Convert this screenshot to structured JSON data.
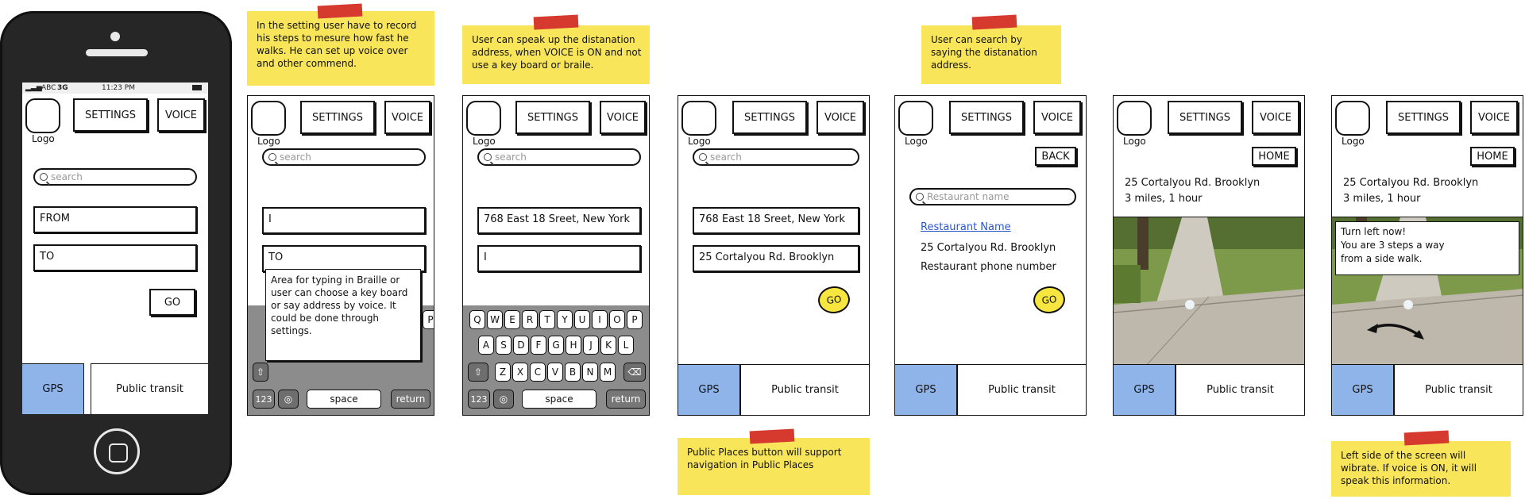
{
  "phone": {
    "carrier": "ABC",
    "network": "3G",
    "time": "11:23 PM"
  },
  "common": {
    "logo": "Logo",
    "settings": "SETTINGS",
    "voice": "VOICE",
    "search_placeholder": "search",
    "gps": "GPS",
    "public_transit": "Public transit",
    "go": "GO",
    "back": "BACK",
    "home": "HOME"
  },
  "screen1": {
    "from": "FROM",
    "to": "TO"
  },
  "screen2": {
    "from": "I",
    "to": "TO",
    "tooltip": "Area for typing in Braille or user can choose a key board or say address by voice. It could be done through settings."
  },
  "screen3": {
    "from": "768 East 18 Sreet, New York",
    "to": "I"
  },
  "screen4": {
    "from": "768 East 18 Sreet, New York",
    "to": "25 Cortalyou Rd. Brooklyn"
  },
  "screen5": {
    "search_placeholder": "Restaurant name",
    "result_name": "Restaurant Name",
    "result_address": "25 Cortalyou Rd. Brooklyn",
    "result_phone": "Restaurant phone number"
  },
  "screen6": {
    "address": "25 Cortalyou Rd. Brooklyn",
    "distance": "3 miles, 1 hour"
  },
  "screen7": {
    "address": "25 Cortalyou Rd. Brooklyn",
    "distance": "3 miles, 1 hour",
    "instruction_1": "Turn left now!",
    "instruction_2": "You are 3 steps a way",
    "instruction_3": "from a side walk."
  },
  "keyboard": {
    "row1": [
      "Q",
      "W",
      "E",
      "R",
      "T",
      "Y",
      "U",
      "I",
      "O",
      "P"
    ],
    "row2": [
      "A",
      "S",
      "D",
      "F",
      "G",
      "H",
      "J",
      "K",
      "L"
    ],
    "row3": [
      "Z",
      "X",
      "C",
      "V",
      "B",
      "N",
      "M"
    ],
    "numbers": "123",
    "space": "space",
    "return": "return"
  },
  "notes": {
    "settings": "In the setting user have to record his steps to mesure how fast he walks. He can set up voice over and other commend.",
    "voice": "User can speak up the distanation address, when VOICE is ON and not use a key board or braile.",
    "search": "User can search by saying the distanation address.",
    "public_places": "Public Places button will support navigation in Public Places",
    "vibrate": "Left side of the screen will wibrate. If voice is ON, it will speak this information."
  },
  "colors": {
    "gps_blue": "#8fb4ea",
    "note_yellow": "#f8e55a",
    "tape_red": "#d63a2e",
    "go_yellow": "#f7e640"
  }
}
